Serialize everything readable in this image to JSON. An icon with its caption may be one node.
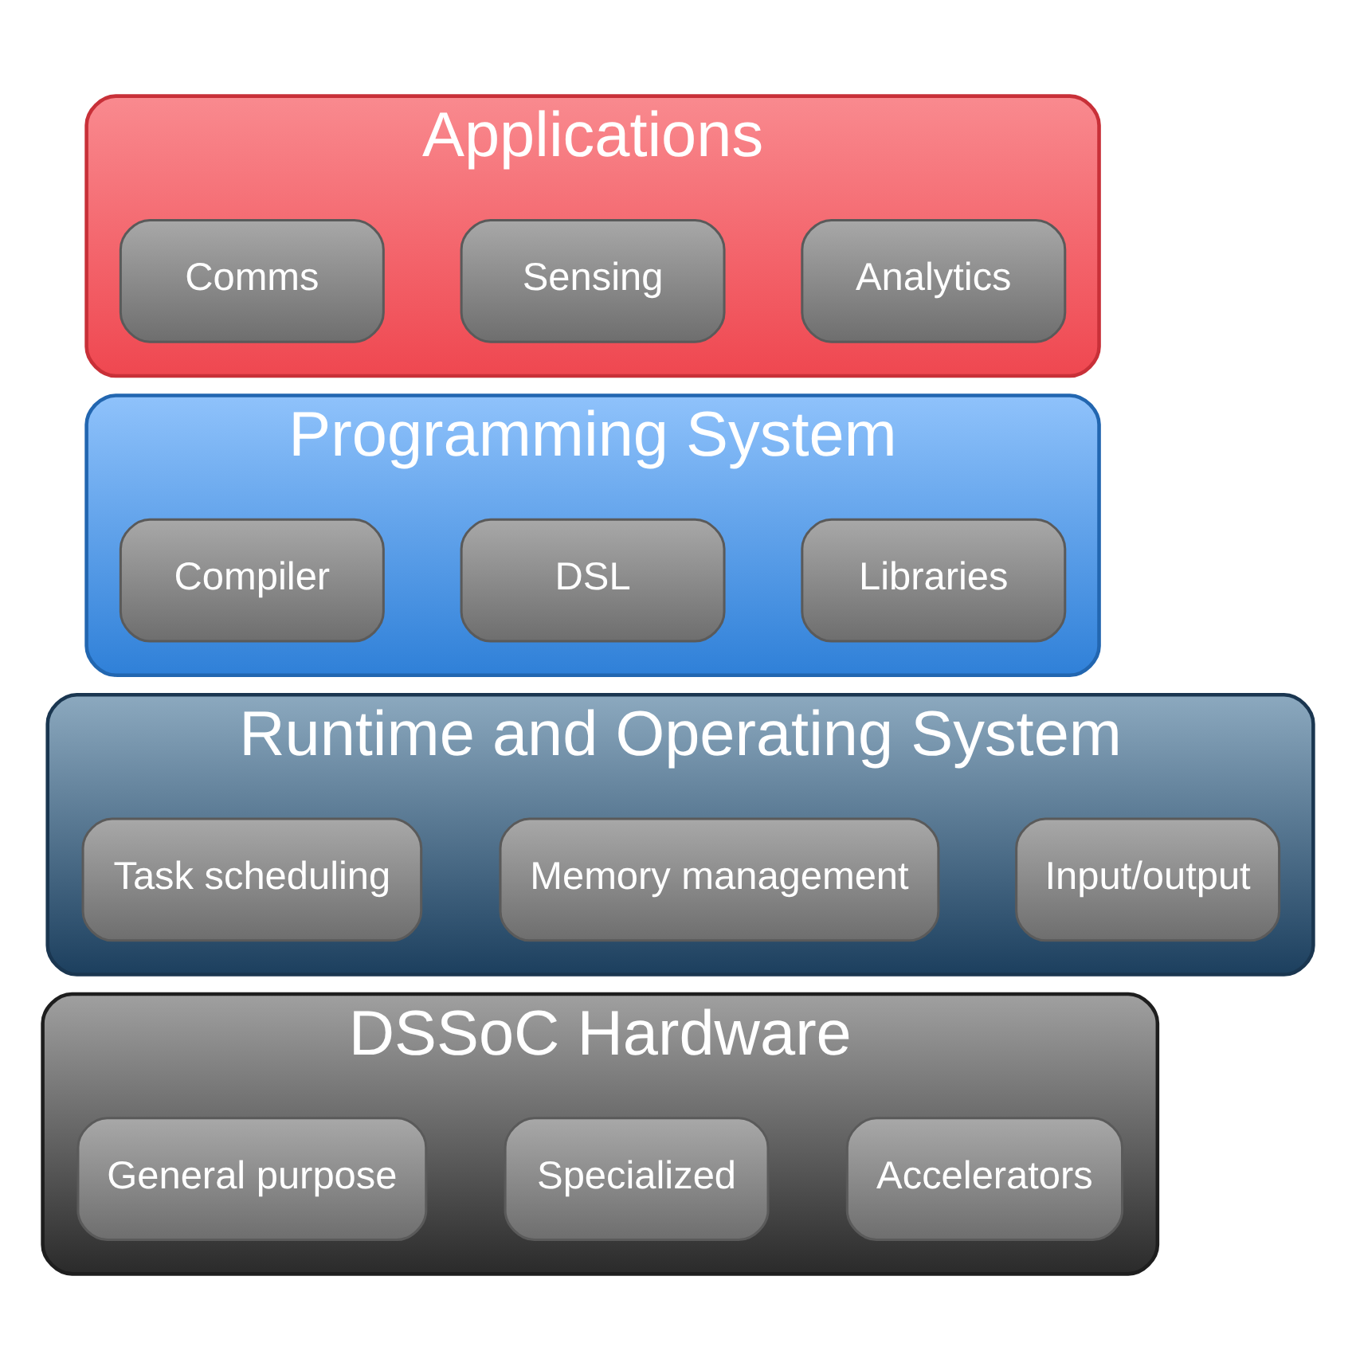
{
  "diagram": {
    "nodes": [
      {
        "text": [
          "Applications"
        ]
      },
      {
        "text": [
          "Comms"
        ],
        "in": 0
      },
      {
        "text": [
          "Sensing"
        ],
        "in": 0
      },
      {
        "text": [
          "Analytics"
        ],
        "in": 0
      },
      {
        "text": [
          "Programming System"
        ]
      },
      {
        "text": [
          "Compiler"
        ],
        "in": 4
      },
      {
        "text": [
          "DSL"
        ],
        "in": 4
      },
      {
        "text": [
          "Libraries"
        ],
        "in": 4
      },
      {
        "text": [
          "Runtime and Operating System"
        ]
      },
      {
        "text": [
          "Task scheduling"
        ],
        "in": 8
      },
      {
        "text": [
          "Memory management"
        ],
        "in": 8
      },
      {
        "text": [
          "Input/output"
        ],
        "in": 8
      },
      {
        "text": [
          "DSSoC Hardware"
        ]
      },
      {
        "text": [
          "General purpose"
        ],
        "in": 12
      },
      {
        "text": [
          "Specialized"
        ],
        "in": 12
      },
      {
        "text": [
          "Accelerators"
        ],
        "in": 12
      }
    ]
  }
}
